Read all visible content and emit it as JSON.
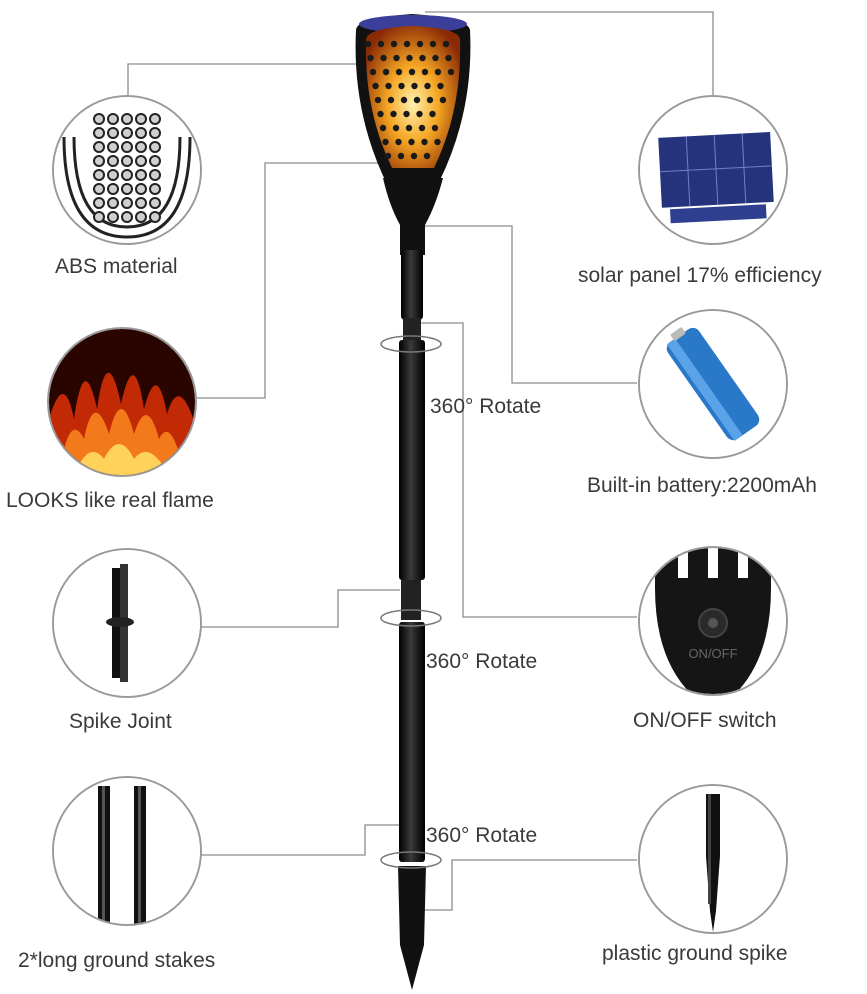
{
  "features": {
    "abs_material": "ABS material",
    "real_flame": "LOOKS like real flame",
    "spike_joint": "Spike Joint",
    "ground_stakes": "2*long ground stakes",
    "solar_panel": "solar panel 17% efficiency",
    "battery": "Built-in battery:2200mAh",
    "on_off_switch": "ON/OFF switch",
    "ground_spike": "plastic ground spike"
  },
  "rotate": {
    "r1": "360° Rotate",
    "r2": "360° Rotate",
    "r3": "360° Rotate"
  },
  "switch_text": "ON/OFF",
  "colors": {
    "flame": "#f5a623",
    "flame_deep": "#d9480f",
    "torch_body": "#1a1a1a",
    "panel": "#2e3f8f",
    "battery": "#2a78c8",
    "connector": "#8c8c8c"
  }
}
